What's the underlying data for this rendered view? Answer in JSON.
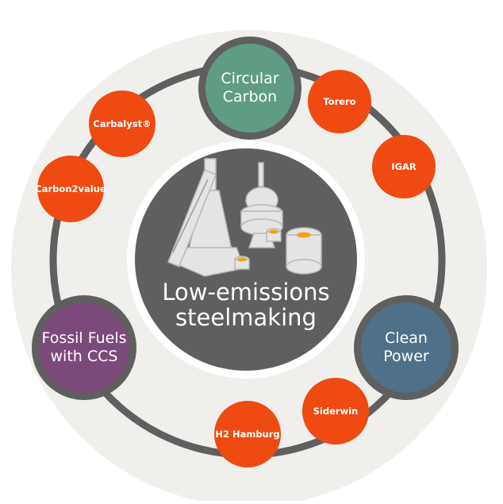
{
  "center": {
    "line1": "Low-emissions",
    "line2": "steelmaking"
  },
  "pillars": {
    "circular_carbon": {
      "line1": "Circular",
      "line2": "Carbon"
    },
    "clean_power": {
      "line1": "Clean",
      "line2": "Power"
    },
    "fossil_fuels": {
      "line1": "Fossil Fuels",
      "line2": "with CCS"
    }
  },
  "projects": {
    "torero": "Torero",
    "igar": "IGAR",
    "siderwin": "Siderwin",
    "h2_hamburg": "H2 Hamburg",
    "carbon2value": "Carbon2value",
    "carbalyst": "Carbalyst®"
  },
  "colors": {
    "outer_ring": "#f1efec",
    "orbit": "#5f5f5f",
    "center": "#5f5f5f",
    "circular_carbon": "#5f9c83",
    "clean_power": "#4f7088",
    "fossil_fuels": "#7c4a7a",
    "project": "#ee4a12"
  }
}
